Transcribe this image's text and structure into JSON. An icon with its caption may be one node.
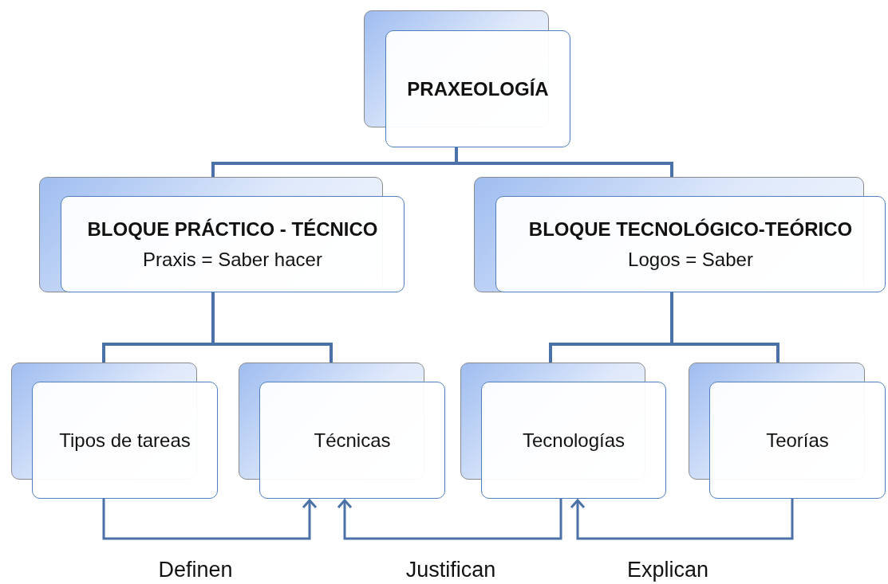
{
  "diagram": {
    "nodes": [
      {
        "text": [
          "PRAXEOLOGÍA"
        ]
      },
      {
        "text": [
          "BLOQUE PRÁCTICO - TÉCNICO",
          "Praxis = Saber hacer"
        ]
      },
      {
        "text": [
          "BLOQUE TECNOLÓGICO-TEÓRICO",
          "Logos = Saber"
        ]
      },
      {
        "text": [
          "Tipos de tareas"
        ]
      },
      {
        "text": [
          "Técnicas"
        ]
      },
      {
        "text": [
          "Tecnologías"
        ]
      },
      {
        "text": [
          "Teorías"
        ]
      }
    ],
    "edges": [
      {
        "from": 0,
        "to": 1,
        "arrow": "none"
      },
      {
        "from": 0,
        "to": 2,
        "arrow": "none"
      },
      {
        "from": 1,
        "to": 3,
        "arrow": "none"
      },
      {
        "from": 1,
        "to": 4,
        "arrow": "none"
      },
      {
        "from": 2,
        "to": 5,
        "arrow": "none"
      },
      {
        "from": 2,
        "to": 6,
        "arrow": "none"
      },
      {
        "from": 3,
        "to": 4,
        "arrow": "to",
        "label": "Definen"
      },
      {
        "from": 5,
        "to": 4,
        "arrow": "to",
        "label": "Justifican"
      },
      {
        "from": 6,
        "to": 5,
        "arrow": "to",
        "label": "Explican"
      }
    ]
  }
}
